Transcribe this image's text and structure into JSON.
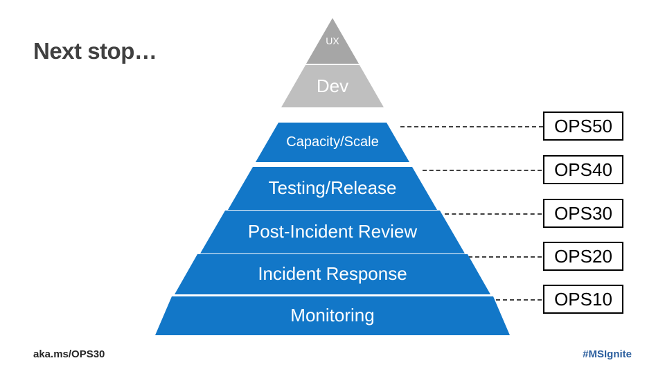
{
  "slide": {
    "title": "Next stop…",
    "footer_left": "aka.ms/OPS30",
    "footer_right": "#MSIgnite"
  },
  "colors": {
    "pyramid_blue": "#1277c8",
    "pyramid_gray_dark": "#a6a6a6",
    "pyramid_gray_light": "#bfbfbf",
    "title_gray": "#404040",
    "connector": "#3f3f3f",
    "callout_border": "#000000",
    "hashtag_blue": "#2c5f9e"
  },
  "pyramid": {
    "bands": [
      {
        "label": "UX",
        "color": "#a6a6a6"
      },
      {
        "label": "Dev",
        "color": "#bfbfbf"
      },
      {
        "label": "Capacity/Scale",
        "color": "#1277c8"
      },
      {
        "label": "Testing/Release",
        "color": "#1277c8"
      },
      {
        "label": "Post-Incident Review",
        "color": "#1277c8"
      },
      {
        "label": "Incident Response",
        "color": "#1277c8"
      },
      {
        "label": "Monitoring",
        "color": "#1277c8"
      }
    ]
  },
  "callouts": [
    {
      "label": "OPS50"
    },
    {
      "label": "OPS40"
    },
    {
      "label": "OPS30"
    },
    {
      "label": "OPS20"
    },
    {
      "label": "OPS10"
    }
  ]
}
